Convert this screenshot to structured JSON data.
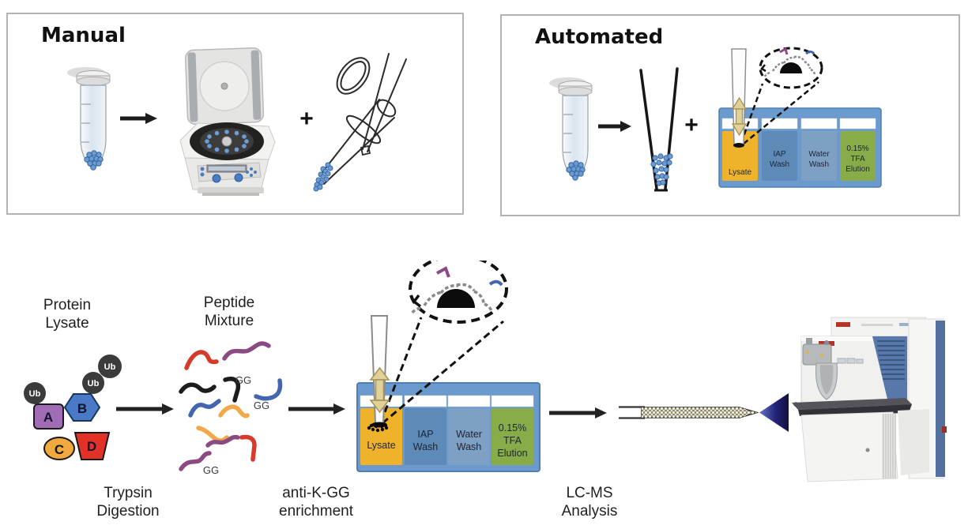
{
  "panels": {
    "manual": {
      "title": "Manual",
      "plus": "+"
    },
    "automated": {
      "title": "Automated",
      "plus": "+"
    }
  },
  "plate": {
    "tray_color": "#6b9bce",
    "wells": [
      {
        "label": "Lysate",
        "lines": [
          "Lysate"
        ],
        "color": "#efb32b"
      },
      {
        "label": "IAP Wash",
        "lines": [
          "IAP",
          "Wash"
        ],
        "color": "#5d8ab7"
      },
      {
        "label": "Water Wash",
        "lines": [
          "Water",
          "Wash"
        ],
        "color": "#7fa0c5"
      },
      {
        "label": "0.15% TFA Elution",
        "lines": [
          "0.15%",
          "TFA",
          "Elution"
        ],
        "color": "#88ad48"
      }
    ]
  },
  "workflow": {
    "steps": [
      {
        "label_lines": [
          "Protein",
          "Lysate"
        ]
      },
      {
        "label_lines": [
          "Peptide",
          "Mixture"
        ]
      },
      {
        "label_lines": [
          "Trypsin",
          "Digestion"
        ]
      },
      {
        "label_lines": [
          "anti-K-GG",
          "enrichment"
        ]
      },
      {
        "label_lines": [
          "LC-MS",
          "Analysis"
        ]
      }
    ],
    "gg_tag": "GG",
    "ub_tag": "Ub",
    "proteins": [
      {
        "label": "A",
        "color": "#a06cb5"
      },
      {
        "label": "B",
        "color": "#4a7ac5"
      },
      {
        "label": "C",
        "color": "#f2a93d"
      },
      {
        "label": "D",
        "color": "#e23227"
      }
    ],
    "peptide_colors": [
      "#d63a2a",
      "#8c4a83",
      "#1c1c1c",
      "#4466ae",
      "#f0a848"
    ],
    "bead_color": "#6b9cd6",
    "accent_arrow_color": "#e0d09a"
  }
}
